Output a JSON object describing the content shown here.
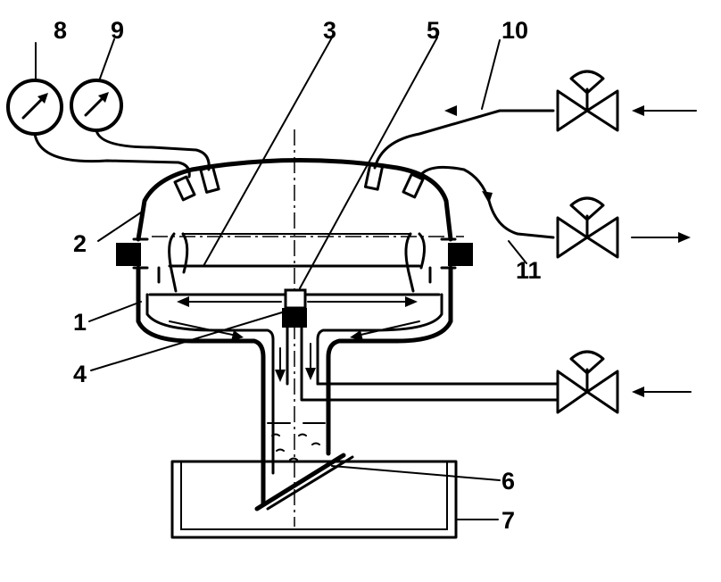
{
  "diagram": {
    "callouts": [
      {
        "key": "c1",
        "text": "1"
      },
      {
        "key": "c2",
        "text": "2"
      },
      {
        "key": "c3",
        "text": "3"
      },
      {
        "key": "c4",
        "text": "4"
      },
      {
        "key": "c5",
        "text": "5"
      },
      {
        "key": "c6",
        "text": "6"
      },
      {
        "key": "c7",
        "text": "7"
      },
      {
        "key": "c8",
        "text": "8"
      },
      {
        "key": "c9",
        "text": "9"
      },
      {
        "key": "c10",
        "text": "10"
      },
      {
        "key": "c11",
        "text": "11"
      }
    ],
    "colors": {
      "ink": "#000000",
      "paper": "#ffffff"
    }
  }
}
